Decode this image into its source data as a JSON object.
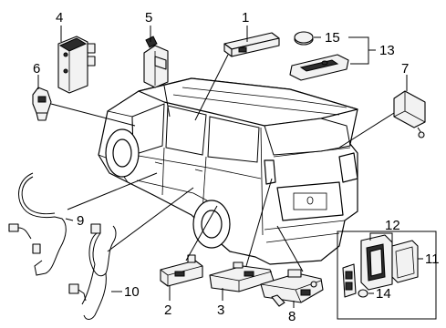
{
  "diagram": {
    "callouts": [
      "1",
      "2",
      "3",
      "4",
      "5",
      "6",
      "7",
      "8",
      "9",
      "10",
      "11",
      "12",
      "13",
      "14",
      "15"
    ]
  }
}
